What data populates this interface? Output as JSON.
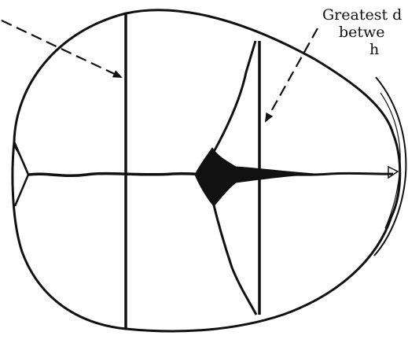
{
  "annotation": {
    "line1": "Greatest d",
    "line2": "betwe",
    "line3": "h"
  },
  "colors": {
    "ink": "#111111",
    "background": "#ffffff"
  }
}
